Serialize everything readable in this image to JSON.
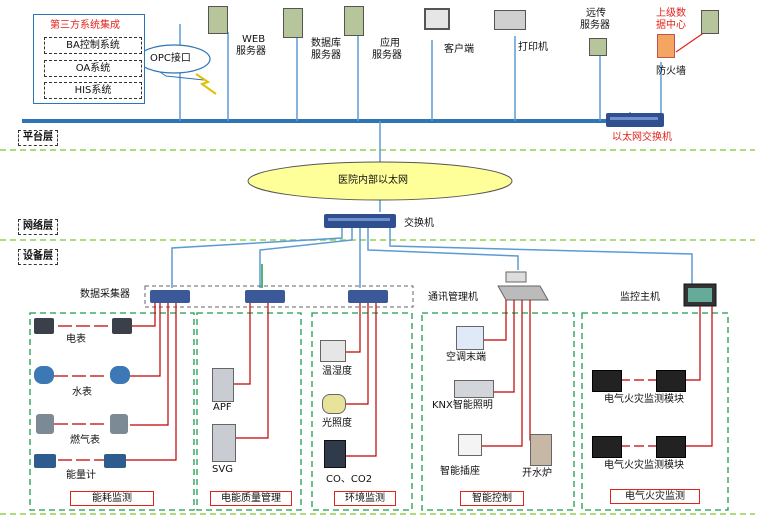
{
  "third_party": {
    "title": "第三方系统集成",
    "systems": [
      "BA控制系统",
      "OA系统",
      "HIS系统"
    ],
    "opc": "OPC接口"
  },
  "servers": {
    "web": [
      "WEB",
      "服务器"
    ],
    "db": [
      "数据库",
      "服务器"
    ],
    "app": [
      "应用",
      "服务器"
    ],
    "client": "客户端",
    "printer": "打印机",
    "remote": [
      "远传",
      "服务器"
    ],
    "upper": [
      "上级数",
      "据中心"
    ],
    "firewall": "防火墙"
  },
  "layers": {
    "platform": "平台层",
    "network": "网络层",
    "device": "设备层"
  },
  "network": {
    "ethernet_switch": "以太网交换机",
    "lan": "医院内部以太网",
    "switch": "交换机"
  },
  "devices": {
    "collector": "数据采集器",
    "comm_manager": "通讯管理机",
    "monitor_host": "监控主机",
    "energy": {
      "items": [
        "电表",
        "水表",
        "燃气表",
        "能量计"
      ],
      "label": "能耗监测"
    },
    "power": {
      "items": [
        "APF",
        "SVG"
      ],
      "label": "电能质量管理"
    },
    "env": {
      "items": [
        "温湿度",
        "光照度",
        "CO、CO2"
      ],
      "label": "环境监测"
    },
    "smart": {
      "items": [
        "空调末端",
        "KNX智能照明",
        "智能插座",
        "开水炉"
      ],
      "label": "智能控制"
    },
    "fire": {
      "items": [
        "电气火灾监测模块",
        "电气火灾监测模块"
      ],
      "label": "电气火灾监测"
    }
  },
  "colors": {
    "bus": "#2e75b6",
    "link": "#5b9bd5",
    "ctrl": "#c00000",
    "green": "#1e9b4b",
    "dash": "#92d050"
  }
}
